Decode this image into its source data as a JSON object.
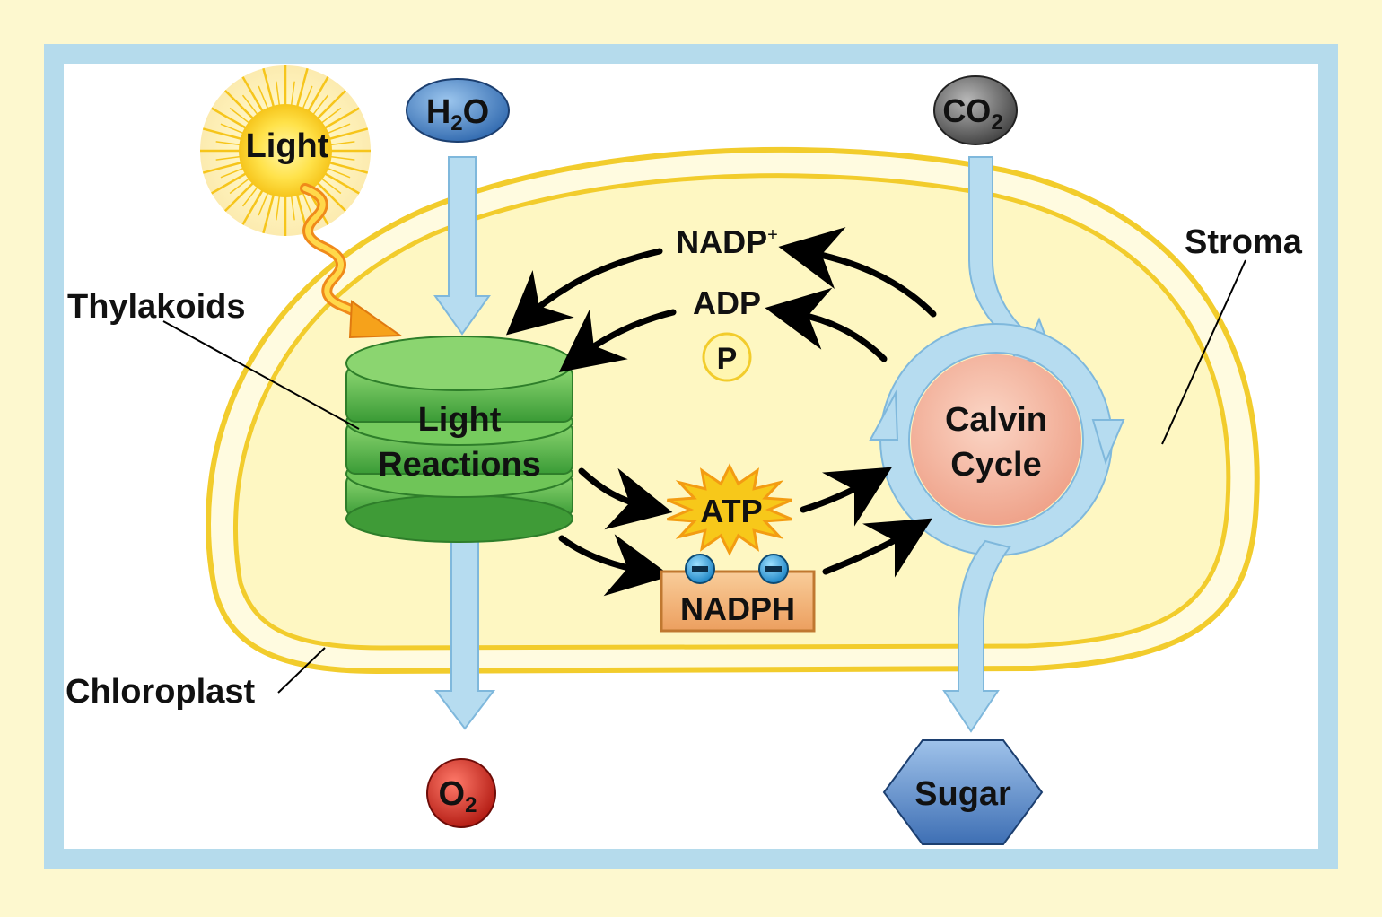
{
  "labels": {
    "light": "Light",
    "h2o_main": "H",
    "h2o_sub": "2",
    "h2o_tail": "O",
    "co2_main": "CO",
    "co2_sub": "2",
    "o2_main": "O",
    "o2_sub": "2",
    "sugar": "Sugar",
    "thylakoids": "Thylakoids",
    "stroma": "Stroma",
    "chloroplast": "Chloroplast",
    "light_reactions_1": "Light",
    "light_reactions_2": "Reactions",
    "calvin_1": "Calvin",
    "calvin_2": "Cycle",
    "nadp": "NADP",
    "nadp_sup": "+",
    "adp": "ADP",
    "phosphate": "P",
    "atp": "ATP",
    "nadph": "NADPH",
    "electron": "–"
  },
  "colors": {
    "background": "#fdf8cf",
    "frame": "#b5dbec",
    "panel": "#ffffff",
    "stroma_fill": "#fef7c2",
    "membrane_outer": "#f2cc2c",
    "membrane_inner_band": "#ebebeb",
    "flow_arrow": "#b6dcf0",
    "flow_arrow_edge": "#7fb8dc",
    "thylakoid_green": "#5cb848",
    "calvin_pink": "#f4c0aa",
    "h2o_blue": "#4f86c6",
    "co2_gray": "#6e6e6e",
    "o2_red": "#d4271f",
    "sugar_blue": "#5f8fcc",
    "atp_star": "#f7c81a",
    "nadph_box": "#f2b77c"
  }
}
